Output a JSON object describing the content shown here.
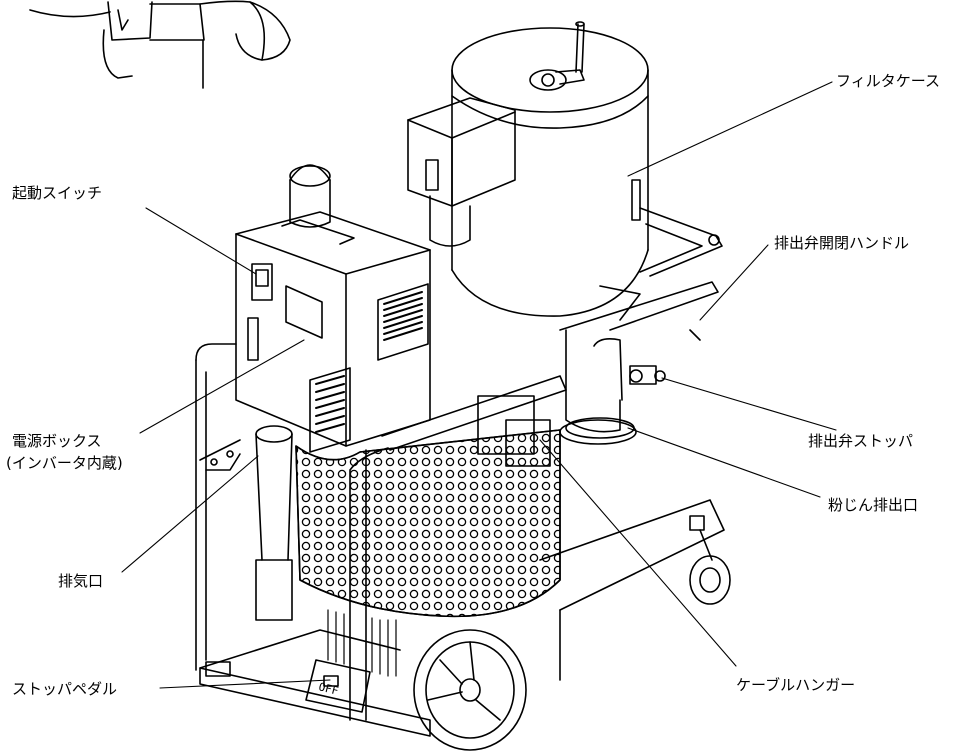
{
  "colors": {
    "ink": "#000000",
    "paper": "#ffffff",
    "hatch": "#222222"
  },
  "labels": {
    "filter_case": "フィルタケース",
    "start_switch": "起動スイッチ",
    "discharge_valve_handle": "排出弁開閉ハンドル",
    "discharge_valve_stopper": "排出弁ストッパ",
    "power_box_line1": "電源ボックス",
    "power_box_line2": "(インバータ内蔵)",
    "dust_outlet": "粉じん排出口",
    "exhaust_port": "排気口",
    "stopper_pedal": "ストッパペダル",
    "cable_hanger": "ケーブルハンガー",
    "switch_off_marking": "OFF"
  }
}
